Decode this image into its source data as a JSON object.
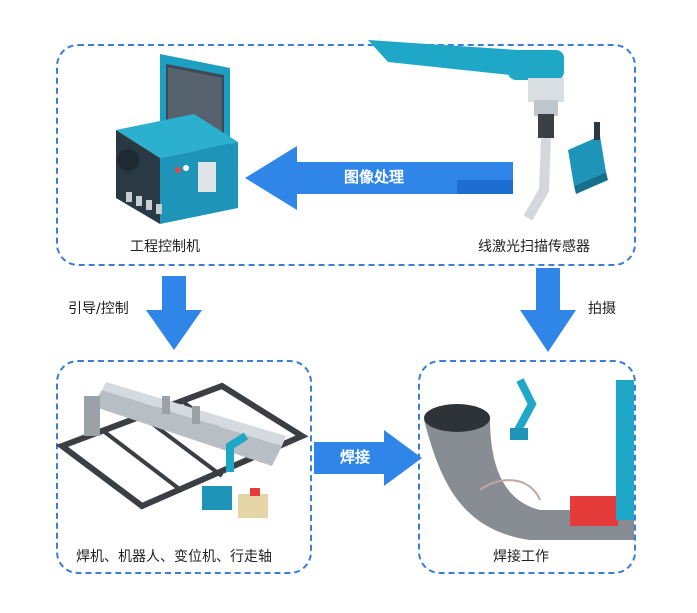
{
  "top_panel": {
    "left_caption": "工程控制机",
    "right_caption": "线激光扫描传感器",
    "arrow_label": "图像处理"
  },
  "left_flow": {
    "label": "引导/控制"
  },
  "right_flow": {
    "label": "拍摄"
  },
  "bottom_left_panel": {
    "caption": "焊机、机器人、变位机、行走轴"
  },
  "middle_arrow": {
    "label": "焊接"
  },
  "bottom_right_panel": {
    "caption": "焊接工作"
  },
  "colors": {
    "accent": "#2f86e8",
    "dashed_border": "#3a7fd5",
    "teal": "#1ea7c6"
  }
}
